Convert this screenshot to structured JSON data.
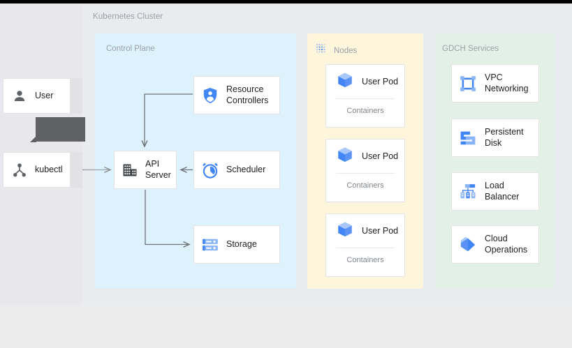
{
  "cluster": {
    "title": "Kubernetes Cluster"
  },
  "actors": [
    {
      "id": "user",
      "label": "User",
      "icon": "person-icon"
    },
    {
      "id": "kubectl",
      "label": "kubectl",
      "icon": "kubectl-node-icon"
    }
  ],
  "tooltip": {
    "text": ""
  },
  "control_plane": {
    "title": "Control Plane",
    "bg": "#def2fd",
    "components": [
      {
        "id": "resource-controllers",
        "label": "Resource\nControllers",
        "label_line1": "Resource",
        "label_line2": "Controllers",
        "icon": "shield-person-icon"
      },
      {
        "id": "api-server",
        "label_line1": "API",
        "label_line2": "Server",
        "icon": "server-building-icon"
      },
      {
        "id": "scheduler",
        "label_line1": "Scheduler",
        "label_line2": "",
        "icon": "alarm-clock-icon"
      },
      {
        "id": "storage",
        "label_line1": "Storage",
        "label_line2": "",
        "icon": "storage-rack-icon"
      }
    ]
  },
  "nodes": {
    "title": "Nodes",
    "bg": "#fdf5dc",
    "icon": "dotted-grid-icon",
    "pods": [
      {
        "label": "User Pod",
        "sublabel": "Containers",
        "icon": "cube-icon"
      },
      {
        "label": "User Pod",
        "sublabel": "Containers",
        "icon": "cube-icon"
      },
      {
        "label": "User Pod",
        "sublabel": "Containers",
        "icon": "cube-icon"
      }
    ]
  },
  "gdch": {
    "title": "GDCH Services",
    "bg": "#e2f0e7",
    "services": [
      {
        "id": "vpc-networking",
        "label_line1": "VPC",
        "label_line2": "Networking",
        "icon": "vpc-frame-icon"
      },
      {
        "id": "persistent-disk",
        "label_line1": "Persistent",
        "label_line2": "Disk",
        "icon": "persistent-disk-icon"
      },
      {
        "id": "load-balancer",
        "label_line1": "Load",
        "label_line2": "Balancer",
        "icon": "load-balancer-icon"
      },
      {
        "id": "cloud-operations",
        "label_line1": "Cloud",
        "label_line2": "Operations",
        "icon": "cloud-operations-cube-icon"
      }
    ]
  },
  "colors": {
    "accent_blue": "#4285f4",
    "light_blue": "#8ab4f8",
    "dark_gray": "#5f6368",
    "arrow_gray": "#6e7479",
    "label_gray": "#9aa0a6",
    "page_bg": "#ececec"
  }
}
